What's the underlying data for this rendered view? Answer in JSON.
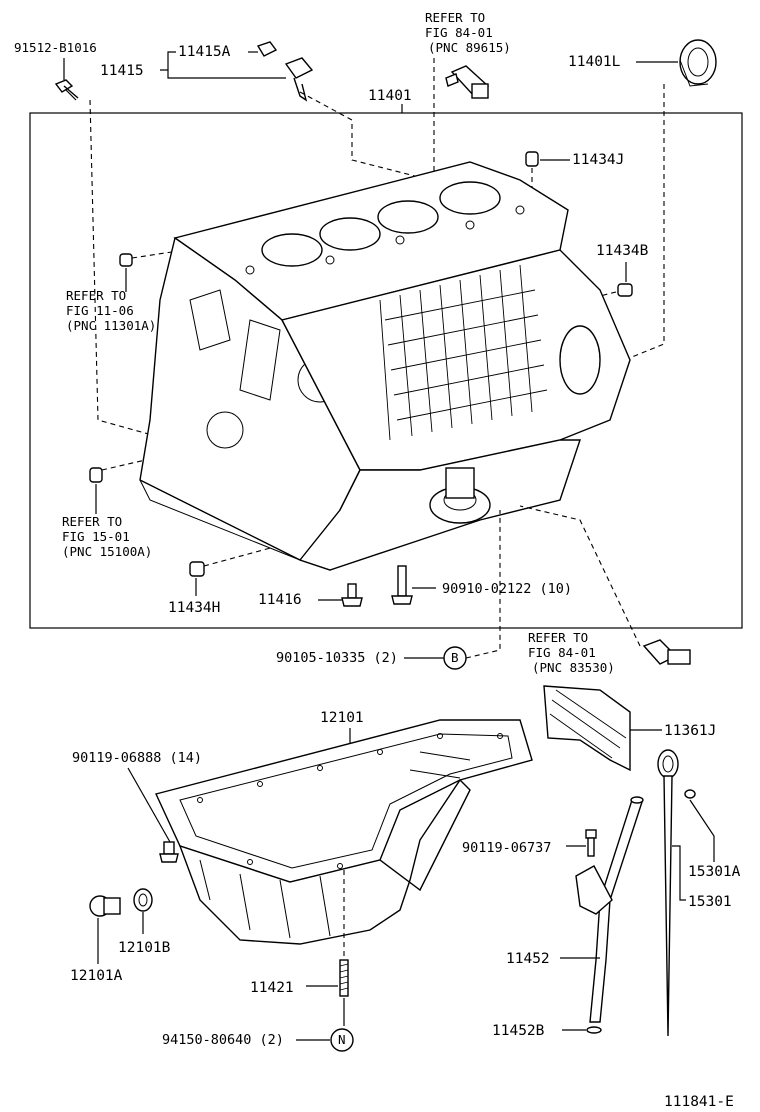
{
  "labels": {
    "p91512": "91512-B1016",
    "p11415A": "11415A",
    "p11415": "11415",
    "refer1_a": "REFER TO",
    "refer1_b": "FIG 84-01",
    "refer1_c": "(PNC 89615)",
    "p11401L": "11401L",
    "p11401": "11401",
    "p11434J": "11434J",
    "p11434B": "11434B",
    "refer2_a": "REFER TO",
    "refer2_b": "FIG 11-06",
    "refer2_c": "(PNC 11301A)",
    "refer3_a": "REFER TO",
    "refer3_b": "FIG 15-01",
    "refer3_c": "(PNC 15100A)",
    "p11434H": "11434H",
    "p11416": "11416",
    "p90910": "90910-02122 (10)",
    "p90105": "90105-10335 (2)",
    "markerB": "B",
    "refer4_a": "REFER TO",
    "refer4_b": "FIG 84-01",
    "refer4_c": "(PNC 83530)",
    "p12101": "12101",
    "p11361J": "11361J",
    "p90119_06888": "90119-06888 (14)",
    "p90119_06737": "90119-06737",
    "p15301A": "15301A",
    "p15301": "15301",
    "p12101B": "12101B",
    "p12101A": "12101A",
    "p11452": "11452",
    "p11421": "11421",
    "p94150": "94150-80640 (2)",
    "markerN": "N",
    "p11452B": "11452B",
    "figId": "111841-E"
  }
}
